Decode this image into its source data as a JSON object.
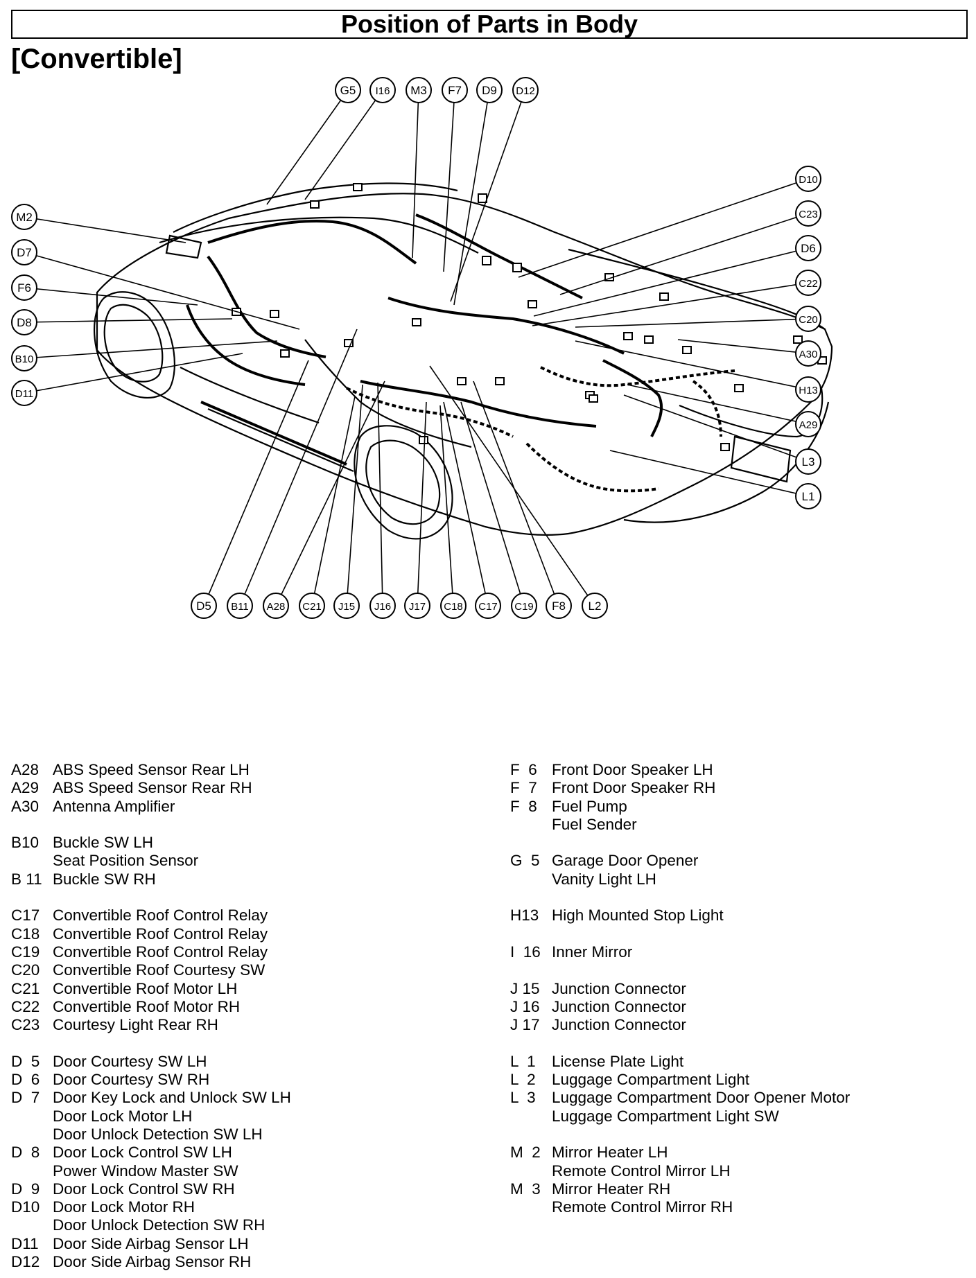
{
  "title": "Position of Parts in Body",
  "subtitle": "[Convertible]",
  "callouts": {
    "top": [
      "G5",
      "I16",
      "M3",
      "F7",
      "D9",
      "D12"
    ],
    "left": [
      "M2",
      "D7",
      "F6",
      "D8",
      "B10",
      "D11"
    ],
    "right": [
      "D10",
      "C23",
      "D6",
      "C22",
      "C20",
      "A30",
      "H13",
      "A29",
      "L3",
      "L1"
    ],
    "bottom": [
      "D5",
      "B11",
      "A28",
      "C21",
      "J15",
      "J16",
      "J17",
      "C18",
      "C17",
      "C19",
      "F8",
      "L2"
    ]
  },
  "legend_left": [
    {
      "code": "A28",
      "lines": [
        "ABS Speed Sensor Rear LH"
      ]
    },
    {
      "code": "A29",
      "lines": [
        "ABS Speed Sensor Rear RH"
      ]
    },
    {
      "code": "A30",
      "lines": [
        "Antenna Amplifier"
      ]
    },
    {
      "gap": true
    },
    {
      "code": "B10",
      "lines": [
        "Buckle SW LH",
        "Seat Position Sensor"
      ]
    },
    {
      "code": "B 11",
      "lines": [
        "Buckle SW RH"
      ]
    },
    {
      "gap": true
    },
    {
      "code": "C17",
      "lines": [
        "Convertible Roof Control Relay"
      ]
    },
    {
      "code": "C18",
      "lines": [
        "Convertible Roof Control Relay"
      ]
    },
    {
      "code": "C19",
      "lines": [
        "Convertible Roof Control Relay"
      ]
    },
    {
      "code": "C20",
      "lines": [
        "Convertible Roof Courtesy SW"
      ]
    },
    {
      "code": "C21",
      "lines": [
        "Convertible Roof Motor LH"
      ]
    },
    {
      "code": "C22",
      "lines": [
        "Convertible Roof Motor RH"
      ]
    },
    {
      "code": "C23",
      "lines": [
        "Courtesy Light Rear RH"
      ]
    },
    {
      "gap": true
    },
    {
      "code": "D  5",
      "lines": [
        "Door Courtesy SW LH"
      ]
    },
    {
      "code": "D  6",
      "lines": [
        "Door Courtesy SW RH"
      ]
    },
    {
      "code": "D  7",
      "lines": [
        "Door Key Lock and Unlock SW LH",
        "Door Lock Motor LH",
        "Door Unlock Detection SW LH"
      ]
    },
    {
      "code": "D  8",
      "lines": [
        "Door Lock Control SW LH",
        "Power Window Master SW"
      ]
    },
    {
      "code": "D  9",
      "lines": [
        "Door Lock Control SW RH"
      ]
    },
    {
      "code": "D10",
      "lines": [
        "Door Lock Motor RH",
        "Door Unlock Detection SW RH"
      ]
    },
    {
      "code": "D11",
      "lines": [
        "Door Side Airbag Sensor LH"
      ]
    },
    {
      "code": "D12",
      "lines": [
        "Door Side Airbag Sensor RH"
      ]
    }
  ],
  "legend_right": [
    {
      "code": "F  6",
      "lines": [
        "Front Door Speaker LH"
      ]
    },
    {
      "code": "F  7",
      "lines": [
        "Front Door Speaker RH"
      ]
    },
    {
      "code": "F  8",
      "lines": [
        "Fuel Pump",
        "Fuel Sender"
      ]
    },
    {
      "gap": true
    },
    {
      "code": "G  5",
      "lines": [
        "Garage Door Opener",
        "Vanity Light LH"
      ]
    },
    {
      "gap": true
    },
    {
      "code": "H13",
      "lines": [
        "High Mounted Stop Light"
      ]
    },
    {
      "gap": true
    },
    {
      "code": "I  16",
      "lines": [
        "Inner Mirror"
      ]
    },
    {
      "gap": true
    },
    {
      "code": "J 15",
      "lines": [
        "Junction Connector"
      ]
    },
    {
      "code": "J 16",
      "lines": [
        "Junction Connector"
      ]
    },
    {
      "code": "J 17",
      "lines": [
        "Junction Connector"
      ]
    },
    {
      "gap": true
    },
    {
      "code": "L  1",
      "lines": [
        "License Plate Light"
      ]
    },
    {
      "code": "L  2",
      "lines": [
        "Luggage Compartment Light"
      ]
    },
    {
      "code": "L  3",
      "lines": [
        "Luggage Compartment Door Opener Motor",
        "Luggage Compartment Light SW"
      ]
    },
    {
      "gap": true
    },
    {
      "code": "M  2",
      "lines": [
        "Mirror Heater LH",
        "Remote Control Mirror LH"
      ]
    },
    {
      "code": "M  3",
      "lines": [
        "Mirror Heater RH",
        "Remote Control Mirror RH"
      ]
    }
  ]
}
